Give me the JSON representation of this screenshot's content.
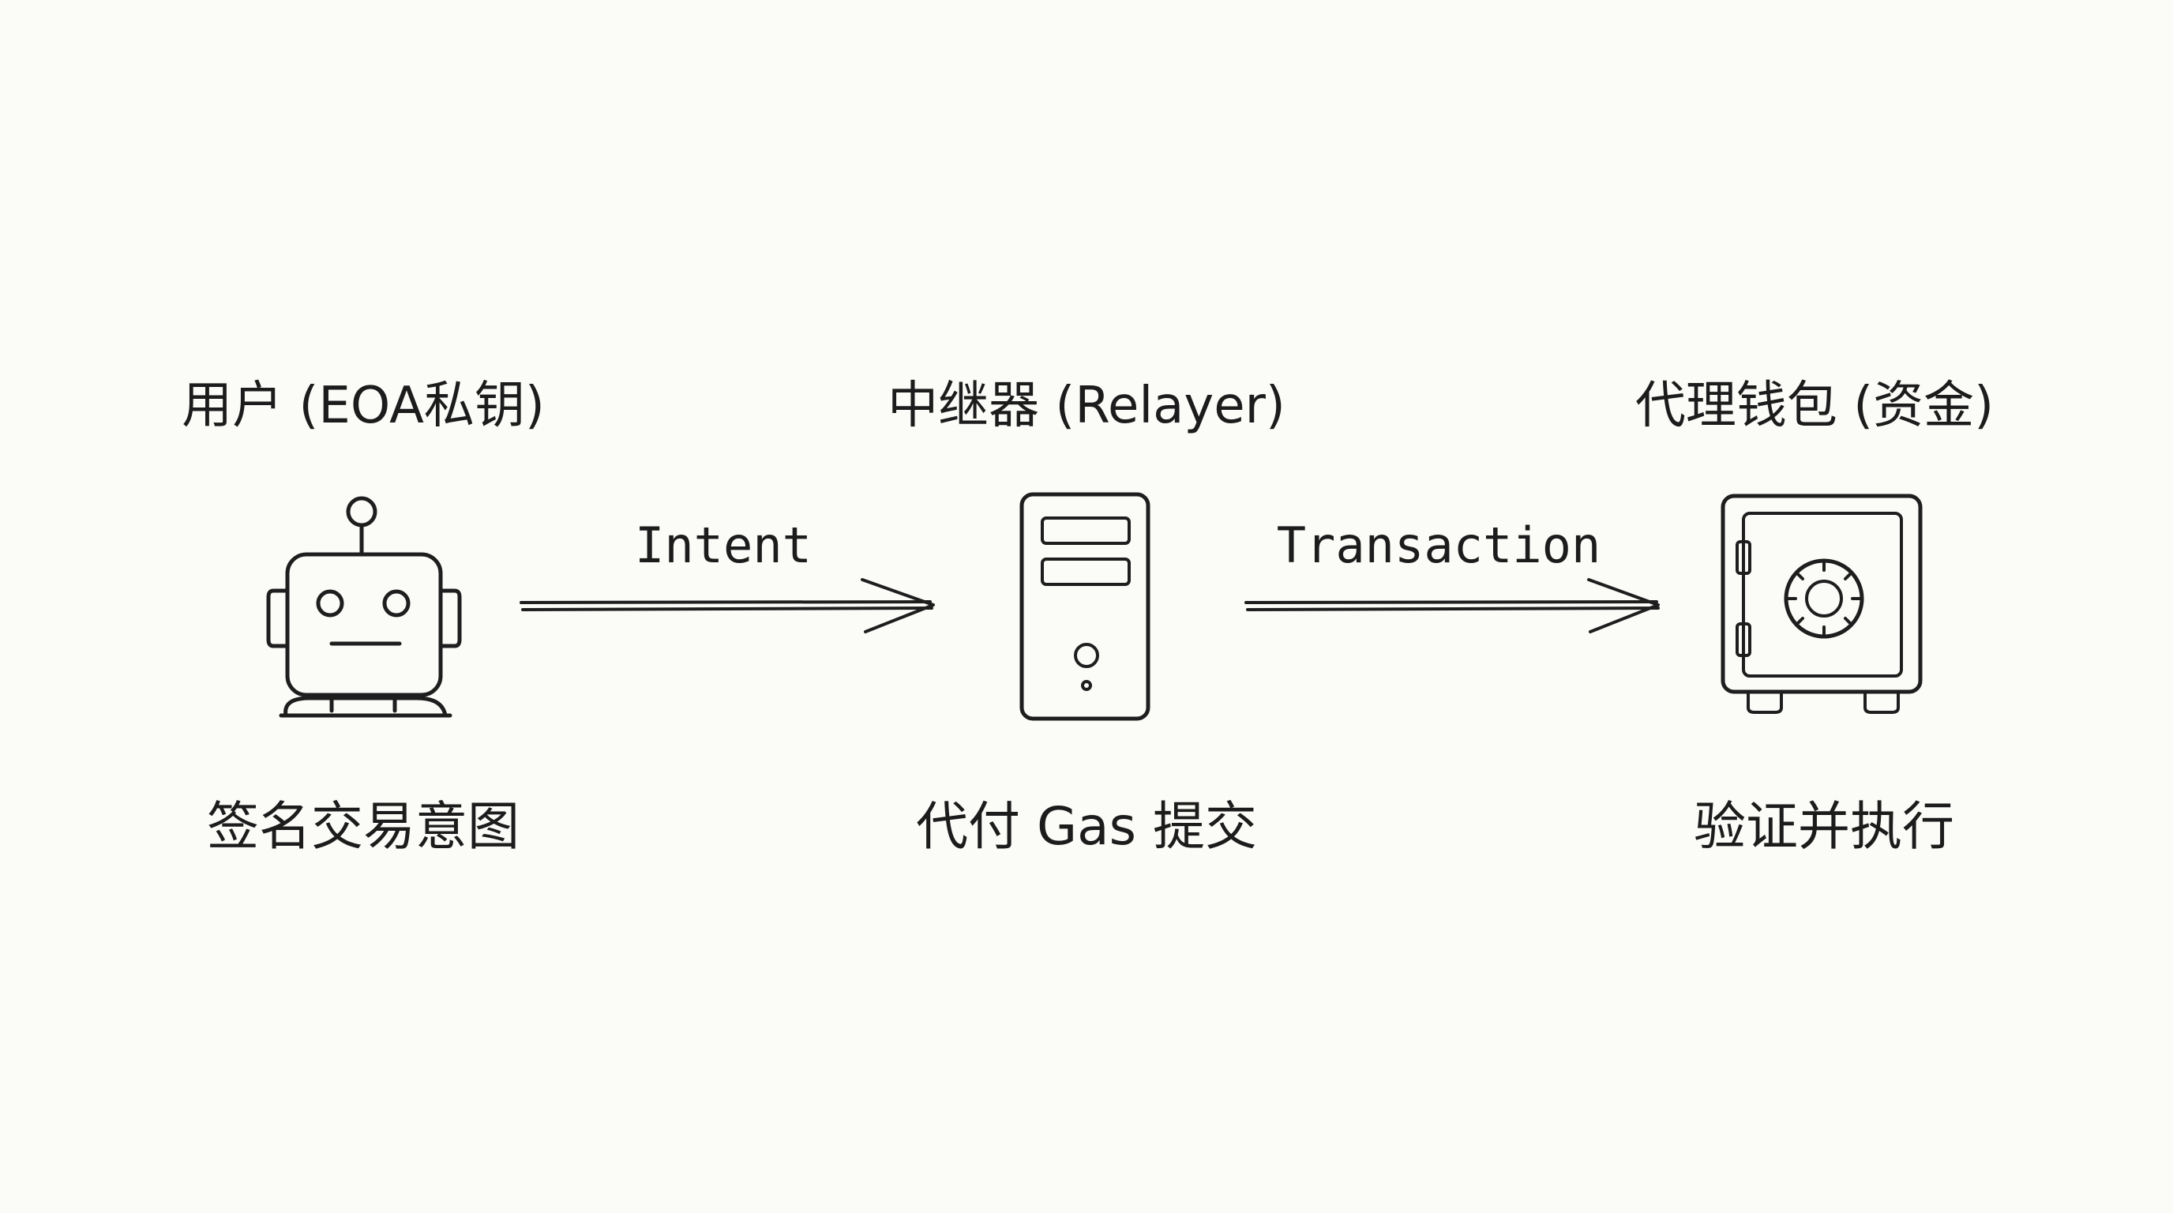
{
  "nodes": [
    {
      "id": "user",
      "title": "用户 (EOA私钥)",
      "caption": "签名交易意图",
      "icon": "robot-icon"
    },
    {
      "id": "relayer",
      "title": "中继器 (Relayer)",
      "caption": "代付 Gas 提交",
      "icon": "server-tower-icon"
    },
    {
      "id": "wallet",
      "title": "代理钱包 (资金)",
      "caption": "验证并执行",
      "icon": "safe-icon"
    }
  ],
  "edges": [
    {
      "from": "user",
      "to": "relayer",
      "label": "Intent"
    },
    {
      "from": "relayer",
      "to": "wallet",
      "label": "Transaction"
    }
  ],
  "colors": {
    "ink": "#1e1e1e",
    "background": "#fbfbf8"
  }
}
